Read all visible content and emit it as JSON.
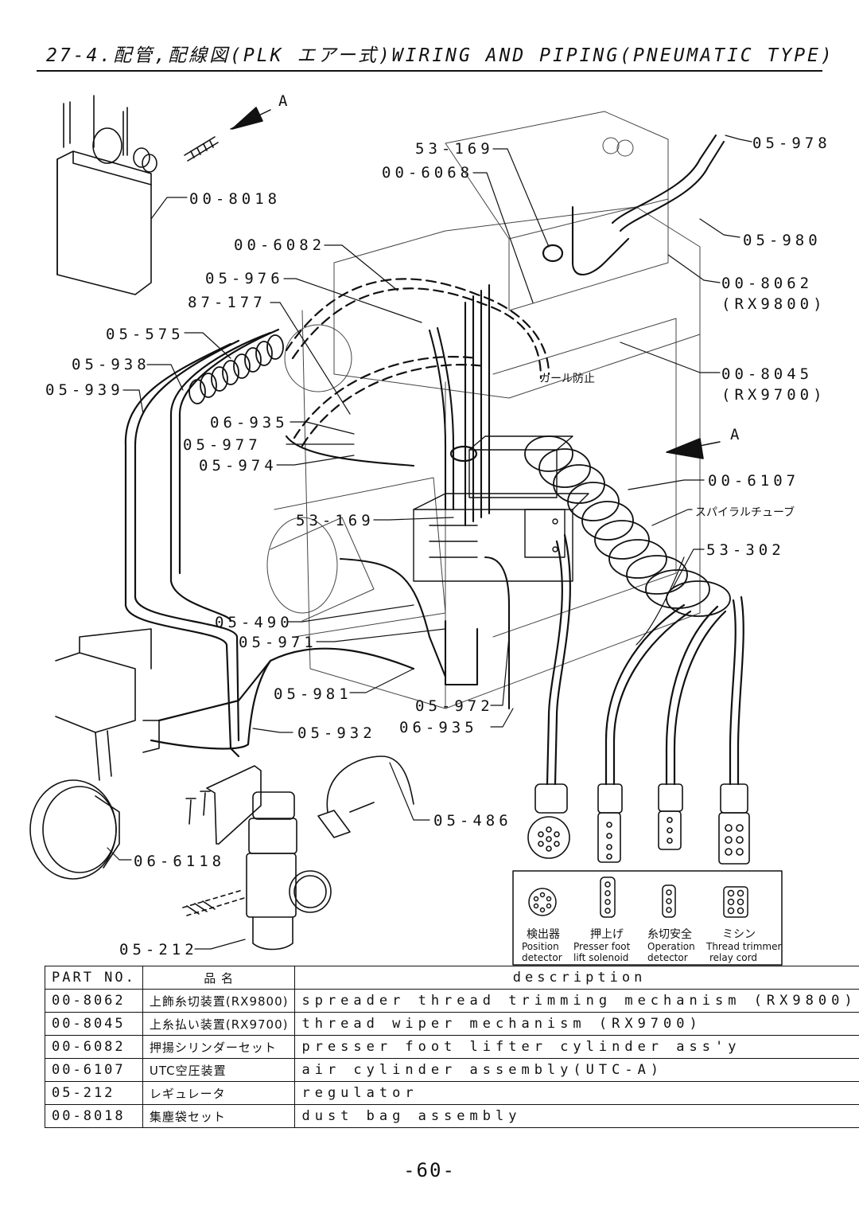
{
  "page": {
    "title": "27-4.配管,配線図(PLK エアー式)WIRING AND PIPING(PNEUMATIC TYPE)",
    "page_number": "-60-"
  },
  "diagram": {
    "view_markers": [
      {
        "text": "A"
      },
      {
        "text": "A"
      }
    ],
    "part_labels": [
      {
        "text": "53-169"
      },
      {
        "text": "00-6068"
      },
      {
        "text": "05-978"
      },
      {
        "text": "00-8018"
      },
      {
        "text": "05-980"
      },
      {
        "text": "00-6082"
      },
      {
        "text": "00-8062"
      },
      {
        "text": "(RX9800)"
      },
      {
        "text": "05-976"
      },
      {
        "text": "87-177"
      },
      {
        "text": "05-575"
      },
      {
        "text": "00-8045"
      },
      {
        "text": "(RX9700)"
      },
      {
        "text": "05-938"
      },
      {
        "text": "05-939"
      },
      {
        "text": "06-935"
      },
      {
        "text": "05-977"
      },
      {
        "text": "05-974"
      },
      {
        "text": "00-6107"
      },
      {
        "text": "スパイラルチューブ"
      },
      {
        "text": "53-169"
      },
      {
        "text": "53-302"
      },
      {
        "text": "05-490"
      },
      {
        "text": "05-971"
      },
      {
        "text": "05-981"
      },
      {
        "text": "05-972"
      },
      {
        "text": "06-935"
      },
      {
        "text": "05-932"
      },
      {
        "text": "05-486"
      },
      {
        "text": "06-6118"
      },
      {
        "text": "05-212"
      }
    ],
    "annotation": "カール防止",
    "connectors": [
      {
        "jp": "検出器",
        "en1": "Position",
        "en2": "detector"
      },
      {
        "jp": "押上げ",
        "en1": "Presser foot",
        "en2": "lift solenoid"
      },
      {
        "jp": "糸切安全",
        "en1": "Operation",
        "en2": "detector"
      },
      {
        "jp": "ミシン",
        "en1": "Thread trimmer",
        "en2": "relay cord"
      }
    ]
  },
  "table": {
    "headers": {
      "part_no": "PART NO.",
      "name": "品 名",
      "description": "description"
    },
    "rows": [
      {
        "part_no": "00-8062",
        "name": "上飾糸切装置(RX9800)",
        "description": "spreader thread trimming mechanism (RX9800)"
      },
      {
        "part_no": "00-8045",
        "name": "上糸払い装置(RX9700)",
        "description": "thread wiper mechanism (RX9700)"
      },
      {
        "part_no": "00-6082",
        "name": "押揚シリンダーセット",
        "description": "presser foot lifter cylinder ass'y"
      },
      {
        "part_no": "00-6107",
        "name": "UTC空圧装置",
        "description": "air cylinder assembly(UTC-A)"
      },
      {
        "part_no": "05-212",
        "name": "レギュレータ",
        "description": "regulator"
      },
      {
        "part_no": "00-8018",
        "name": "集塵袋セット",
        "description": "dust bag assembly"
      }
    ]
  }
}
